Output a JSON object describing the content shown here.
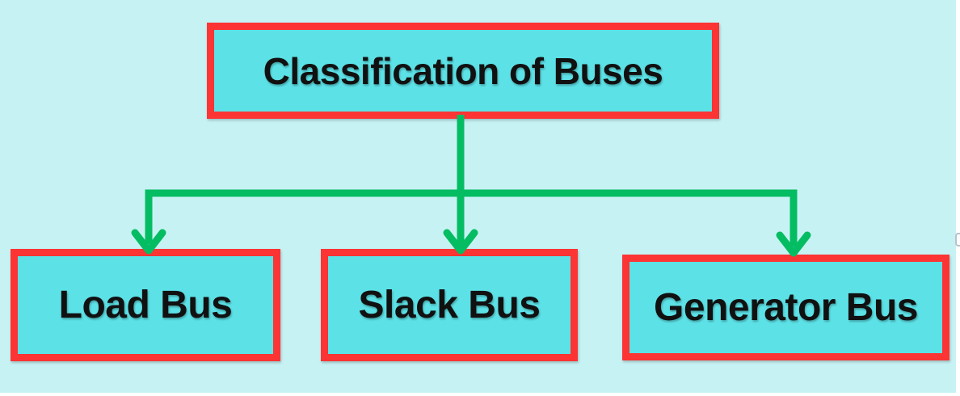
{
  "colors": {
    "page_bg": "#ffffff",
    "canvas_bg": "#c7f2f4",
    "node_fill": "#5ce1e6",
    "node_border": "#fc3434",
    "arrow": "#04bd62",
    "label_text": "#111111"
  },
  "diagram": {
    "title_node": {
      "label": "Classification of Buses"
    },
    "child_nodes": [
      {
        "label": "Load Bus"
      },
      {
        "label": "Slack Bus"
      },
      {
        "label": "Generator Bus"
      }
    ]
  }
}
